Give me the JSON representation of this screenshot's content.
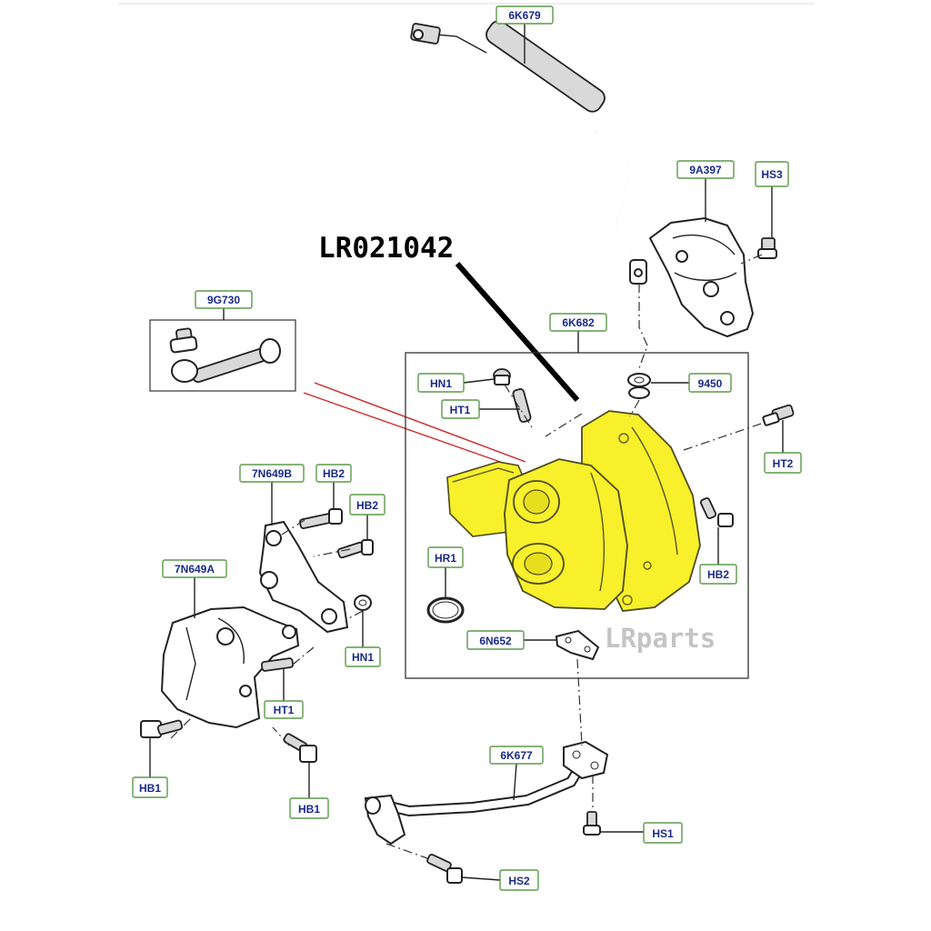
{
  "part_number": "LR021042",
  "watermark": "LRparts",
  "colors": {
    "highlight": "#f7f02a",
    "callout_text": "#1a2a8c",
    "callout_border": "#5b9a4a",
    "annotation_line": "#cc2222"
  },
  "callouts": {
    "c6K679": "6K679",
    "c9A397": "9A397",
    "cHS3": "HS3",
    "c9G730": "9G730",
    "c6K682": "6K682",
    "cHN1_top": "HN1",
    "cHT1_top": "HT1",
    "c9450": "9450",
    "cHT2": "HT2",
    "c7N649B": "7N649B",
    "cHB2_a": "HB2",
    "cHB2_b": "HB2",
    "c7N649A": "7N649A",
    "cHR1": "HR1",
    "cHB2_c": "HB2",
    "c6N652": "6N652",
    "cHN1_bottom": "HN1",
    "cHT1_bottom": "HT1",
    "c6K677": "6K677",
    "cHB1_left": "HB1",
    "cHB1_right": "HB1",
    "cHS1": "HS1",
    "cHS2": "HS2"
  }
}
